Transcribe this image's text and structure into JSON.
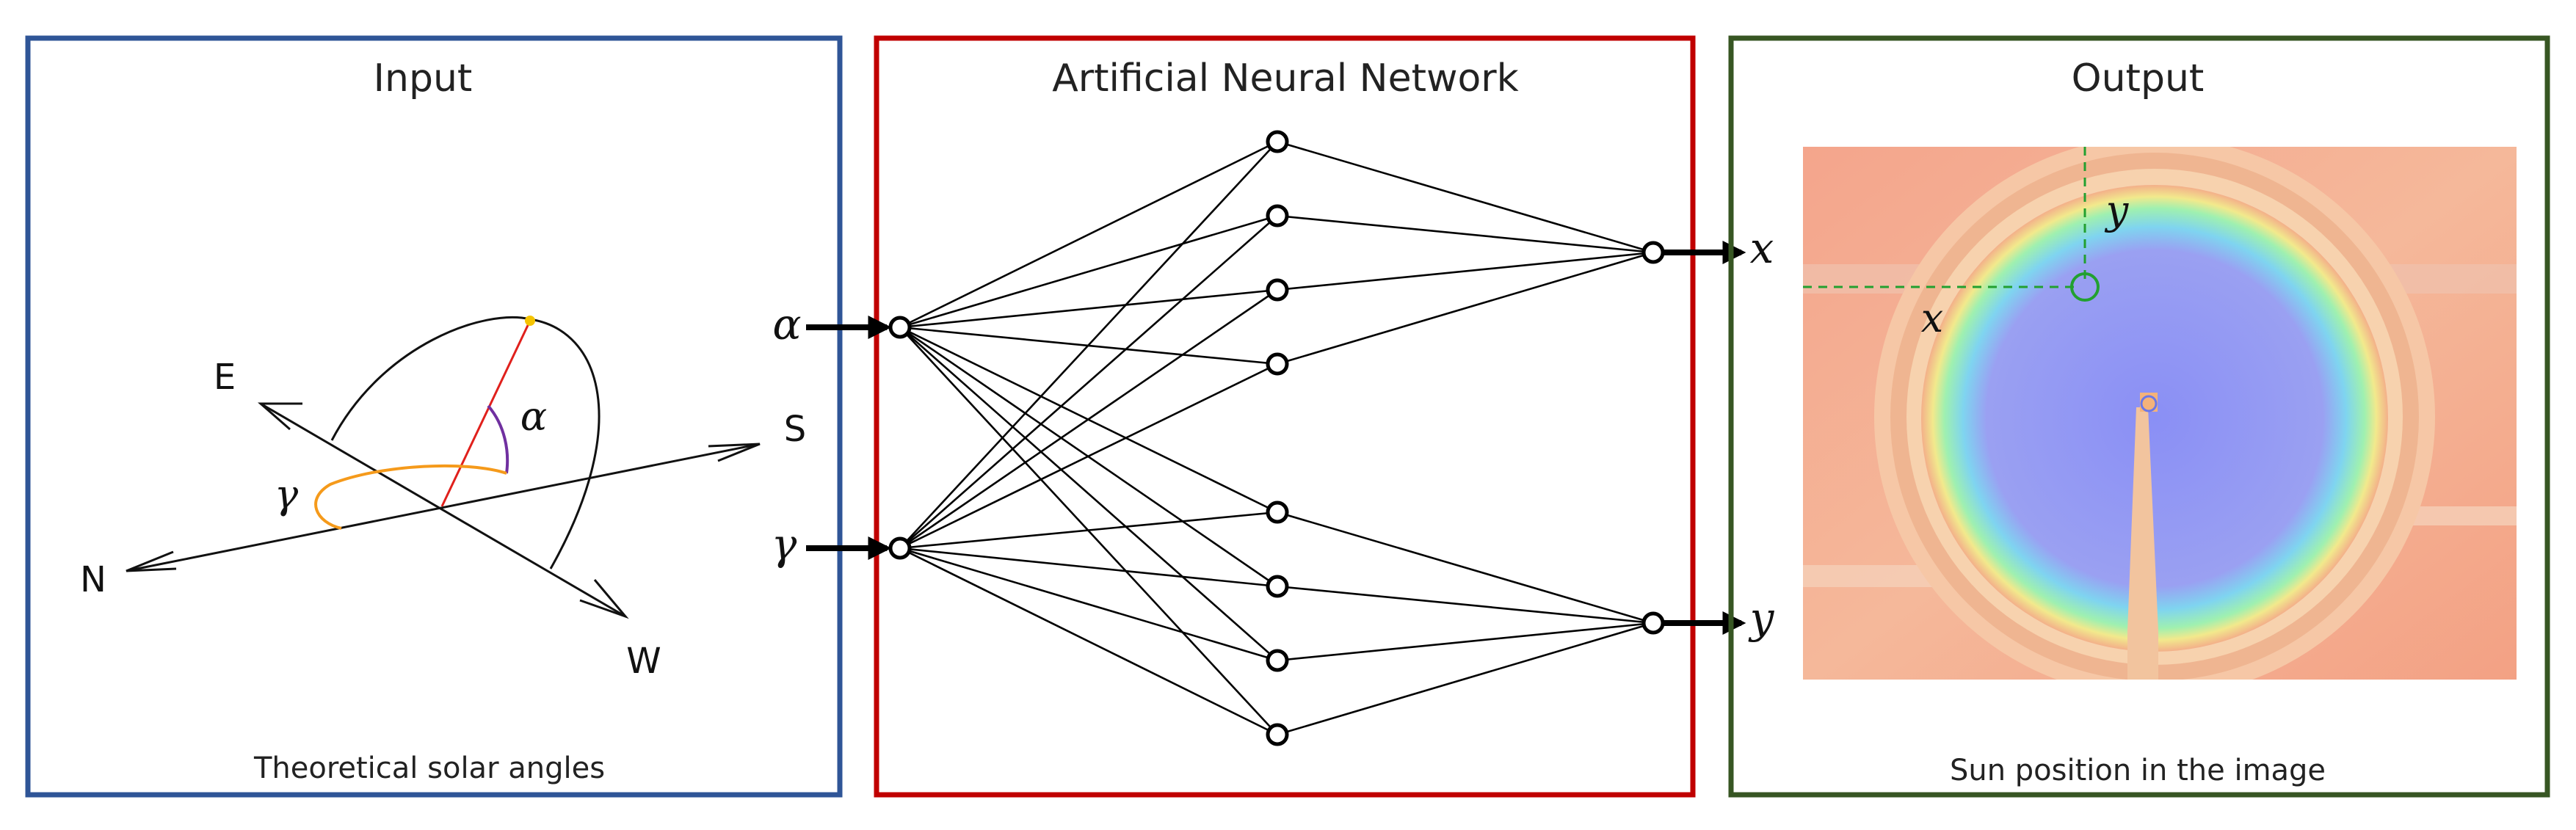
{
  "panels": {
    "input": {
      "title": "Input",
      "caption": "Theoretical solar angles",
      "border_color": "#2f5597",
      "compass": {
        "E": "E",
        "S": "S",
        "N": "N",
        "W": "W"
      },
      "angles": {
        "alpha": "α",
        "gamma": "γ"
      }
    },
    "ann": {
      "title": "Artificial Neural Network",
      "border_color": "#c00000",
      "inputs": [
        "α",
        "γ"
      ],
      "outputs": [
        "x",
        "y"
      ],
      "hidden_count": 8
    },
    "output": {
      "title": "Output",
      "caption": "Sun position in the image",
      "border_color": "#375623",
      "axes": {
        "x": "x",
        "y": "y"
      }
    }
  },
  "colors": {
    "zenith_line": "#e0201c",
    "alpha_arc": "#7030a0",
    "gamma_arc": "#f59a1b",
    "sun_dot": "#f5c400",
    "marker": "#22a030"
  }
}
